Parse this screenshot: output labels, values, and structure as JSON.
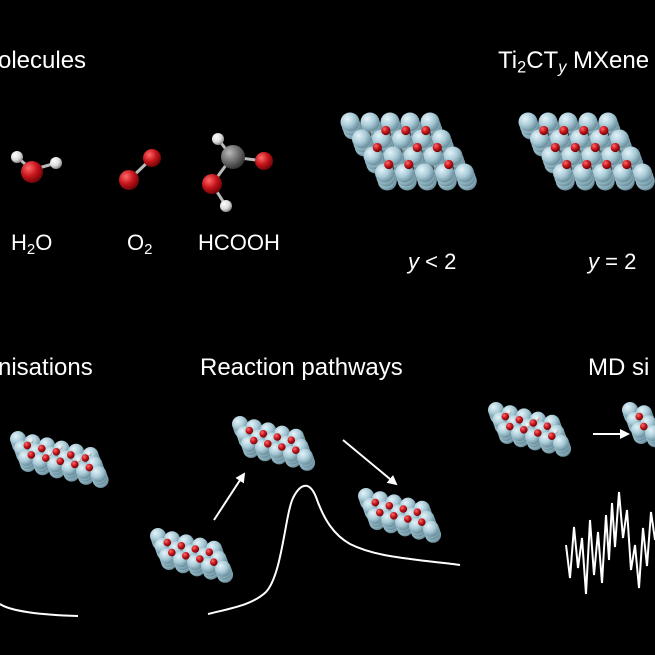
{
  "headings": {
    "molecules": "olecules",
    "mxene_prefix": "Ti",
    "mxene_s1": "2",
    "mxene_mid": "CT",
    "mxene_s2": "y",
    "mxene_suffix": " MXene",
    "optimisations": "nisations",
    "pathways": "Reaction pathways",
    "md": "MD si"
  },
  "molecules": {
    "water_a": "H",
    "water_sub": "2",
    "water_b": "O",
    "oxygen_a": "O",
    "oxygen_sub": "2",
    "formic": "HCOOH"
  },
  "mxene_labels": {
    "left_var": "y",
    "left_rel": " < 2",
    "right_var": "y",
    "right_rel": " = 2"
  },
  "colors": {
    "background": "#000000",
    "titanium": "#a9cbd8",
    "oxygen": "#c5141a",
    "carbon": "#6e6e6e",
    "hydrogen": "#e6e6e6",
    "lines": "#ffffff"
  }
}
